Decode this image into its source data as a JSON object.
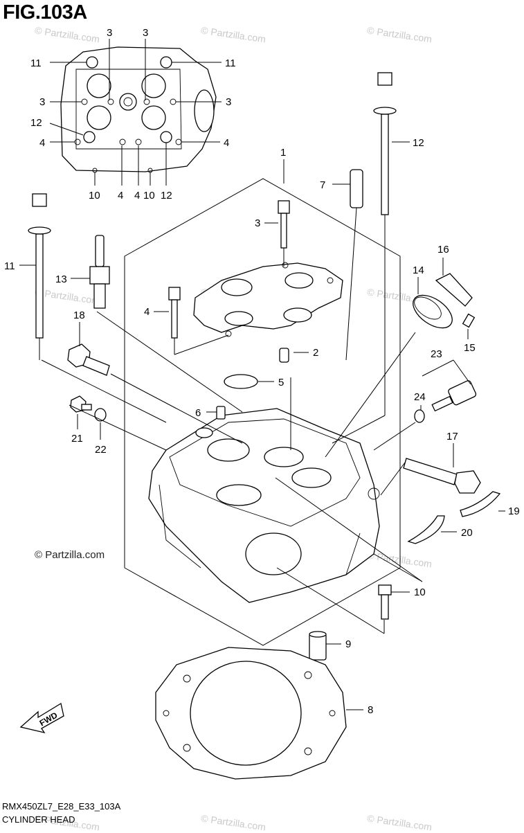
{
  "figure": {
    "title": "FIG.103A",
    "code": "RMX450ZL7_E28_E33_103A",
    "caption": "CYLINDER HEAD"
  },
  "watermark": {
    "text": "© Partzilla.com"
  },
  "callouts": {
    "c1": "1",
    "c2": "2",
    "c3": "3",
    "c4": "4",
    "c5": "5",
    "c6": "6",
    "c7": "7",
    "c8": "8",
    "c9": "9",
    "c10": "10",
    "c11": "11",
    "c12": "12",
    "c13": "13",
    "c14": "14",
    "c15": "15",
    "c16": "16",
    "c17": "17",
    "c18": "18",
    "c19": "19",
    "c20": "20",
    "c21": "21",
    "c22": "22",
    "c23": "23",
    "c24": "24"
  },
  "fwd_arrow": {
    "text": "FWD"
  }
}
